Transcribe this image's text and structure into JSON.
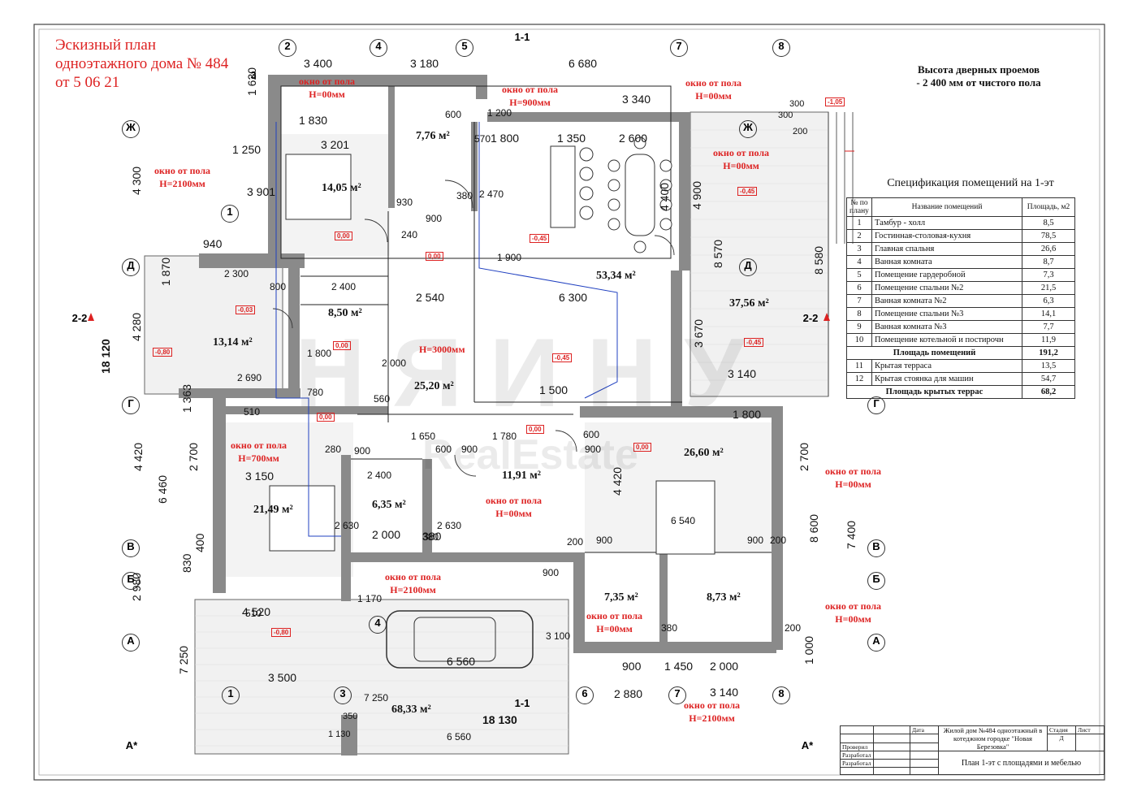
{
  "title": [
    "Эскизный план",
    "одноэтажного дома № 484",
    "от 5 06 21"
  ],
  "door_note": [
    "Высота дверных проемов",
    "- 2 400 мм от чистого пола"
  ],
  "spec": {
    "title": "Спецификация помещений на 1-эт",
    "headers": [
      "№ по плану",
      "Название помещений",
      "Площадь, м2"
    ],
    "rows": [
      {
        "n": "1",
        "name": "Тамбур - холл",
        "area": "8,5"
      },
      {
        "n": "2",
        "name": "Гостинная-столовая-кухня",
        "area": "78,5"
      },
      {
        "n": "3",
        "name": "Главная спальня",
        "area": "26,6"
      },
      {
        "n": "4",
        "name": "Ванная комната",
        "area": "8,7"
      },
      {
        "n": "5",
        "name": "Помещение гардеробной",
        "area": "7,3"
      },
      {
        "n": "6",
        "name": "Помещение спальни №2",
        "area": "21,5"
      },
      {
        "n": "7",
        "name": "Ванная комната №2",
        "area": "6,3"
      },
      {
        "n": "8",
        "name": "Помещение спальни №3",
        "area": "14,1"
      },
      {
        "n": "9",
        "name": "Ванная комната №3",
        "area": "7,7"
      },
      {
        "n": "10",
        "name": "Помещение котельной и постирочн",
        "area": "11,9"
      }
    ],
    "total_rooms": {
      "label": "Площадь помещений",
      "area": "191,2"
    },
    "terrace_rows": [
      {
        "n": "11",
        "name": "Крытая терраса",
        "area": "13,5"
      },
      {
        "n": "12",
        "name": "Крытая стоянка для машин",
        "area": "54,7"
      }
    ],
    "total_terraces": {
      "label": "Площадь крытых террас",
      "area": "68,2"
    }
  },
  "stamp": {
    "date_label": "Дата",
    "project": "Жилой дом №484 одноэтажный в котеджном городке \"Новая Березовка\"",
    "stage_label": "Стадия",
    "sheet_label": "Лист",
    "stage": "Д",
    "checked_label": "Проверил",
    "developed_label": "Разработал",
    "sheet_name": "План 1-эт с площадями и мебелью"
  },
  "watermark": "RealEstate",
  "areas": [
    "14,05 м²",
    "7,76 м²",
    "53,34 м²",
    "37,56 м²",
    "13,14 м²",
    "8,50 м²",
    "25,20 м²",
    "11,91 м²",
    "26,60 м²",
    "21,49 м²",
    "6,35 м²",
    "7,35 м²",
    "8,73 м²",
    "68,33 м²"
  ],
  "levels": [
    "0,00",
    "0,00",
    "-0,45",
    "-0,45",
    "-0,03",
    "0,00",
    "-0,45",
    "-0,45",
    "-0,80",
    "0,00",
    "0,00",
    "0,00",
    "-0,80",
    "-1,05"
  ],
  "window_notes": [
    [
      "окно от пола",
      "H=00мм"
    ],
    [
      "окно от пола",
      "H=900мм"
    ],
    [
      "окно от пола",
      "H=00мм"
    ],
    [
      "окно от пола",
      "H=2100мм"
    ],
    [
      "окно от пола",
      "H=00мм"
    ],
    [
      "H=3000мм"
    ],
    [
      "окно от пола",
      "H=700мм"
    ],
    [
      "окно от пола",
      "H=00мм"
    ],
    [
      "окно от пола",
      "H=00мм"
    ],
    [
      "окно от пола",
      "H=2100мм"
    ],
    [
      "окно от пола",
      "H=00мм"
    ],
    [
      "окно от пола",
      "H=00мм"
    ],
    [
      "окно от пола",
      "H=2100мм"
    ]
  ],
  "axes_top": [
    "2",
    "4",
    "5",
    "1-1",
    "7",
    "8"
  ],
  "axes_bottom": [
    "1",
    "3",
    "1-1",
    "6",
    "7",
    "8"
  ],
  "axes_left": [
    "Ж",
    "Д",
    "Г",
    "В",
    "Б",
    "А",
    "А*",
    "3",
    "1",
    "4"
  ],
  "axes_right": [
    "Ж",
    "Д",
    "Г",
    "В",
    "Б",
    "А",
    "А*",
    "2-2",
    "2-2"
  ],
  "dims_top": [
    "3 400",
    "3 180",
    "6 680",
    "1 830",
    "3 201",
    "1 800",
    "1 350",
    "2 600",
    "3 340",
    "300",
    "300",
    "200"
  ],
  "dims_left": [
    "1 620",
    "4 300",
    "4 280",
    "18 120",
    "1 363",
    "4 420",
    "6 460",
    "2 980",
    "7 250",
    "2 700",
    "830",
    "1 250",
    "3 901",
    "940",
    "1 870",
    "400",
    "1 130",
    "350"
  ],
  "dims_bottom": [
    "3 500",
    "6 560",
    "4 520",
    "18 130",
    "900",
    "1 450",
    "2 000",
    "2 880",
    "3 140",
    "3 150",
    "2 000",
    "380",
    "1 000"
  ],
  "dims_right": [
    "4 900",
    "8 570",
    "8 580",
    "3 670",
    "3 140",
    "1 800",
    "2 700",
    "8 600",
    "7 400",
    "4 420",
    "4 400",
    "6 300",
    "2 540",
    "1 500"
  ],
  "dims_inner": [
    "600",
    "1 200",
    "570",
    "2 470",
    "930",
    "380",
    "900",
    "240",
    "1 900",
    "2 300",
    "800",
    "2 400",
    "2 690",
    "1 800",
    "780",
    "510",
    "2 000",
    "560",
    "1 650",
    "1 780",
    "600",
    "900",
    "900",
    "600",
    "280",
    "900",
    "2 400",
    "2 630",
    "2 630",
    "380",
    "6 540",
    "900",
    "200",
    "200",
    "1 170",
    "900",
    "3 100",
    "380",
    "510",
    "200",
    "900",
    "6 560",
    "7 250"
  ]
}
